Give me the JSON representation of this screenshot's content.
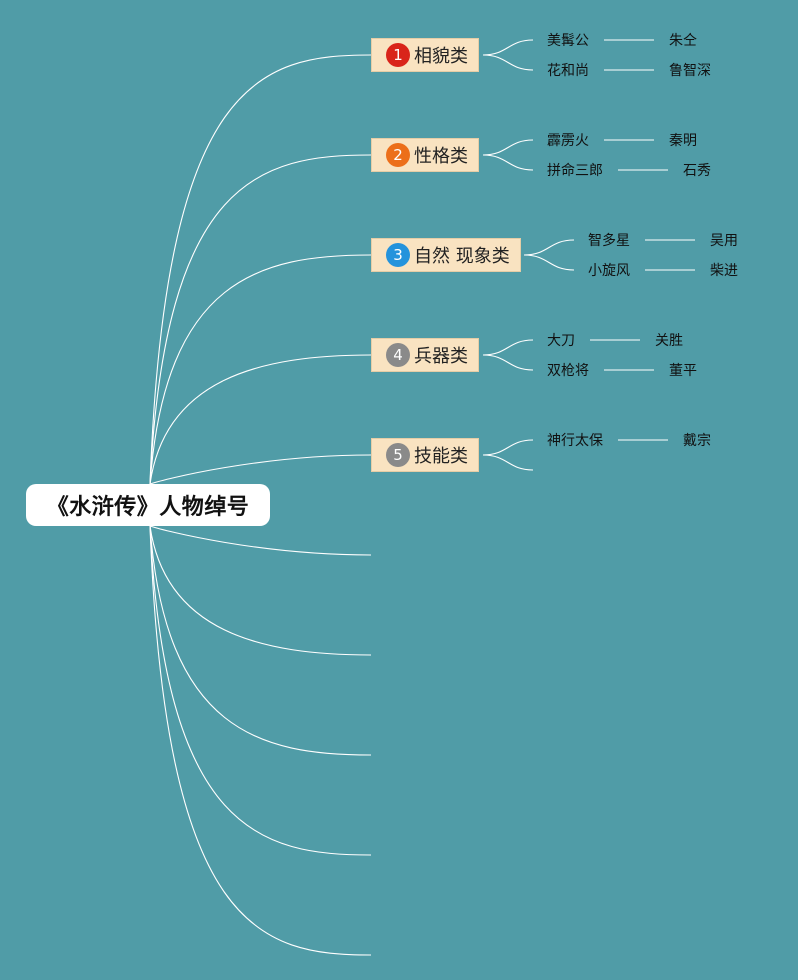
{
  "root": {
    "title": "《水浒传》人物绰号"
  },
  "categories": [
    {
      "number": "1",
      "label": "相貌类",
      "badge_color": "#d9241a",
      "items": [
        {
          "nickname": "美髯公",
          "name": "朱仝"
        },
        {
          "nickname": "花和尚",
          "name": "鲁智深"
        }
      ]
    },
    {
      "number": "2",
      "label": "性格类",
      "badge_color": "#ec6f1a",
      "items": [
        {
          "nickname": "霹雳火",
          "name": "秦明"
        },
        {
          "nickname": "拼命三郎",
          "name": "石秀"
        }
      ]
    },
    {
      "number": "3",
      "label": "自然 现象类",
      "badge_color": "#2493dc",
      "items": [
        {
          "nickname": "智多星",
          "name": "吴用"
        },
        {
          "nickname": "小旋风",
          "name": "柴进"
        }
      ]
    },
    {
      "number": "4",
      "label": "兵器类",
      "badge_color": "#8a8a8a",
      "items": [
        {
          "nickname": "大刀",
          "name": "关胜"
        },
        {
          "nickname": "双枪将",
          "name": "董平"
        }
      ]
    },
    {
      "number": "5",
      "label": "技能类",
      "badge_color": "#8a8a8a",
      "items": [
        {
          "nickname": "神行太保",
          "name": "戴宗"
        }
      ]
    }
  ],
  "colors": {
    "background": "#509ca7",
    "line": "#ffffff",
    "node_fill": "#f9e3c1"
  }
}
